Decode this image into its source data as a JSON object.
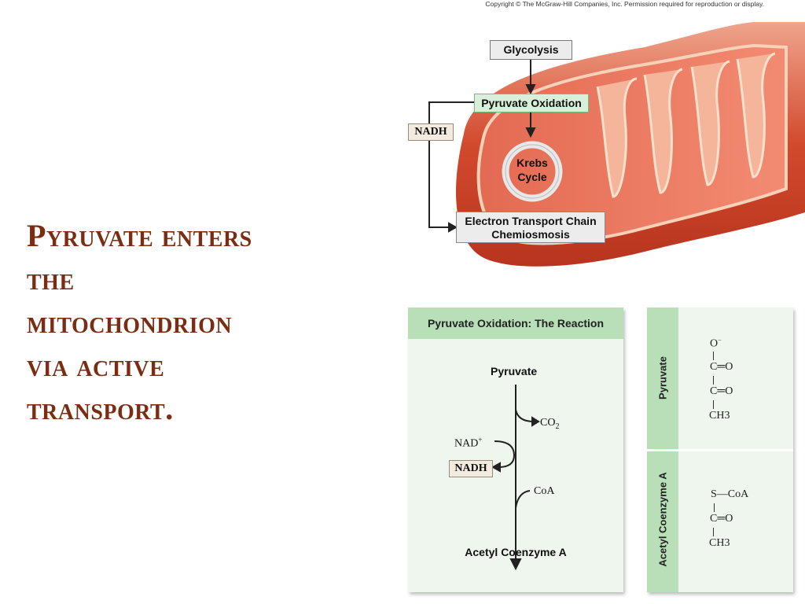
{
  "slide": {
    "title_lines": [
      "Pyruvate enters",
      "the",
      "mitochondrion",
      "via active",
      "transport."
    ]
  },
  "copyright": "Copyright © The McGraw-Hill Companies, Inc. Permission required for reproduction or display.",
  "diagram": {
    "glycolysis": "Glycolysis",
    "pyruvate_oxidation": "Pyruvate Oxidation",
    "nadh": "NADH",
    "krebs_line1": "Krebs",
    "krebs_line2": "Cycle",
    "etc_line1": "Electron Transport Chain",
    "etc_line2": "Chemiosmosis"
  },
  "reaction": {
    "heading": "Pyruvate Oxidation: The Reaction",
    "reactant": "Pyruvate",
    "co2": "CO",
    "co2_sub": "2",
    "nad": "NAD",
    "nad_sup": "+",
    "nadh": "NADH",
    "coa": "CoA",
    "product": "Acetyl Coenzyme A"
  },
  "structures": {
    "pyruvate_label": "Pyruvate",
    "acetyl_label": "Acetyl Coenzyme A",
    "pyruvate_formula": [
      "O",
      "C═O",
      "C═O",
      "CH3"
    ],
    "acetyl_formula": [
      "S—CoA",
      "C═O",
      "CH3"
    ]
  },
  "colors": {
    "title": "#7a2d12",
    "panel_head": "#b8dfb8",
    "mito_outer": "#d24a2e"
  }
}
